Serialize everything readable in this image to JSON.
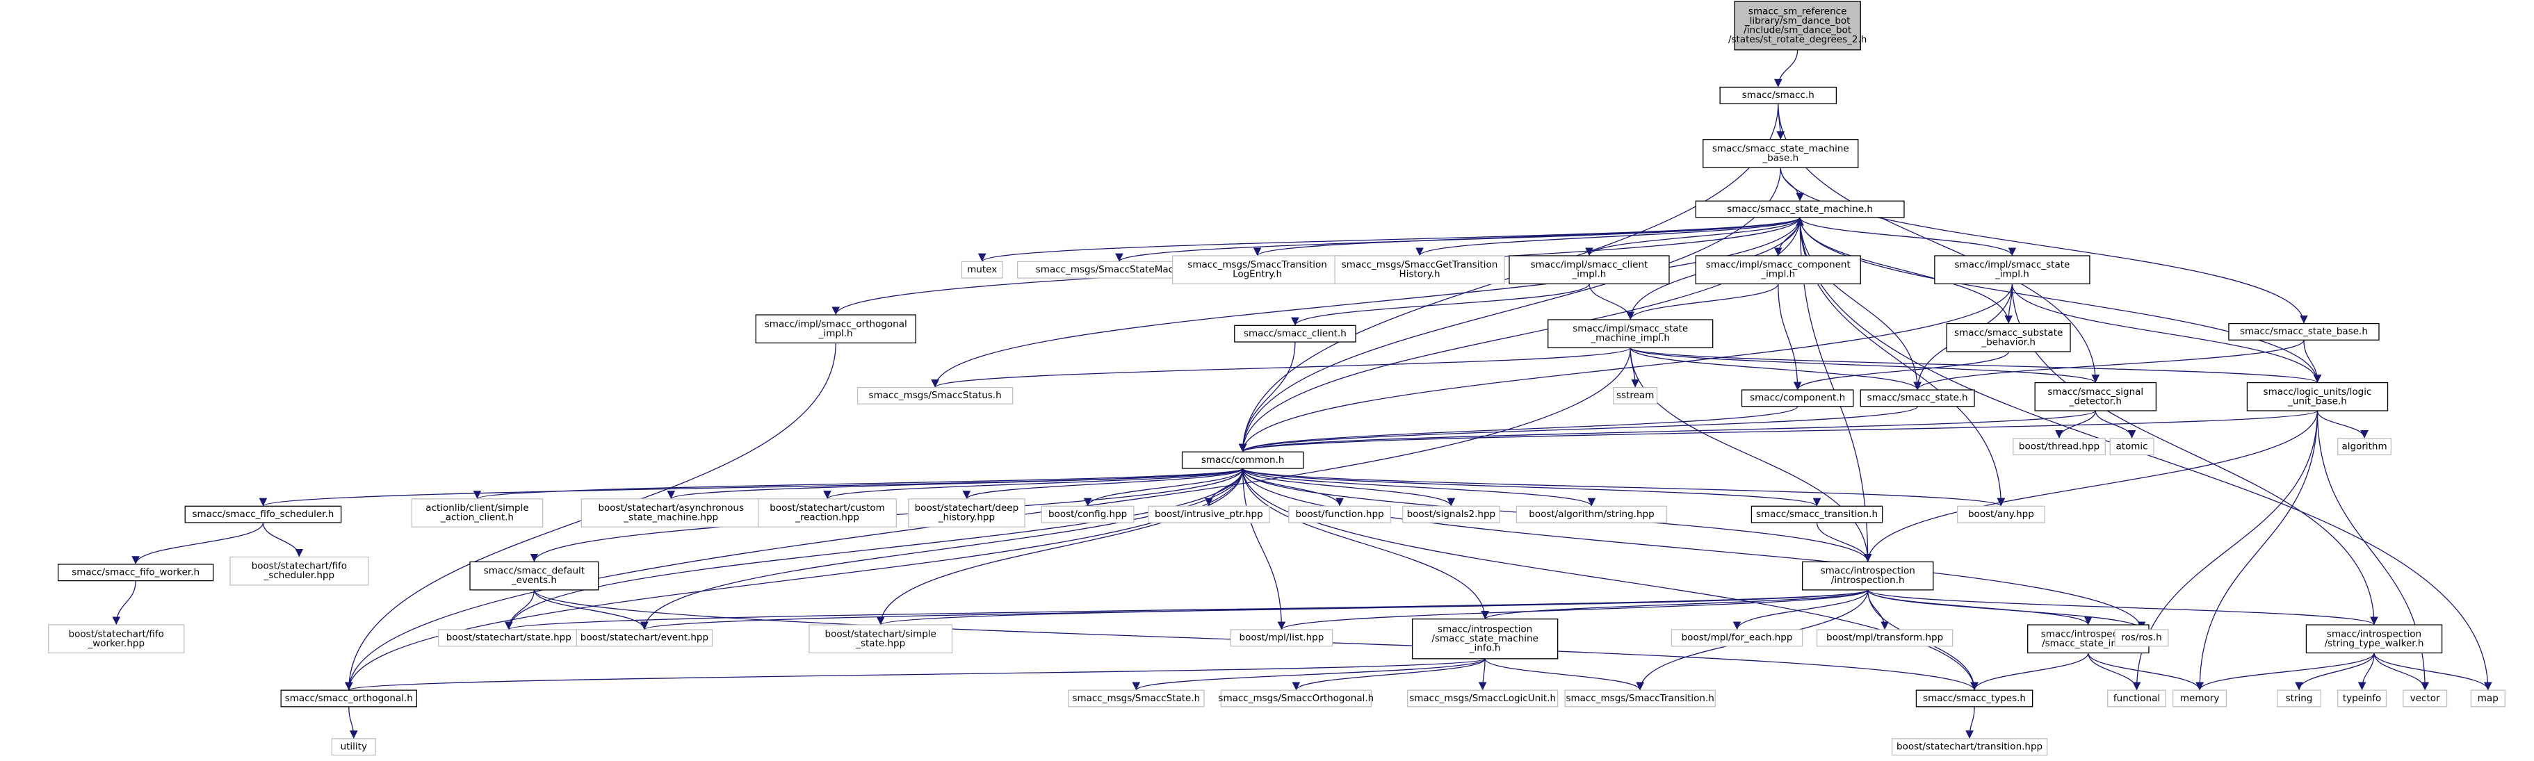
{
  "diagram": {
    "type": "include-dependency-graph",
    "colors": {
      "edge": "#191970",
      "header_fill": "#bfbfbf",
      "node_border": "#000000",
      "system_border": "#bfbfbf"
    },
    "nodes": [
      {
        "id": "root",
        "kind": "header",
        "lines": [
          "smacc_sm_reference",
          "_library/sm_dance_bot",
          "/include/sm_dance_bot",
          "/states/st_rotate_degrees_2.h"
        ]
      },
      {
        "id": "smacc_h",
        "kind": "normal",
        "lines": [
          "smacc/smacc.h"
        ]
      },
      {
        "id": "sm_base",
        "kind": "normal",
        "lines": [
          "smacc/smacc_state_machine",
          "_base.h"
        ]
      },
      {
        "id": "sm",
        "kind": "normal",
        "lines": [
          "smacc/smacc_state_machine.h"
        ]
      },
      {
        "id": "mutex",
        "kind": "system",
        "lines": [
          "mutex"
        ]
      },
      {
        "id": "msg_smstate",
        "kind": "system",
        "lines": [
          "smacc_msgs/SmaccStateMachine.h"
        ]
      },
      {
        "id": "msg_translog",
        "kind": "system",
        "lines": [
          "smacc_msgs/SmaccTransition",
          "LogEntry.h"
        ]
      },
      {
        "id": "msg_gettrans",
        "kind": "system",
        "lines": [
          "smacc_msgs/SmaccGetTransition",
          "History.h"
        ]
      },
      {
        "id": "client_impl",
        "kind": "normal",
        "lines": [
          "smacc/impl/smacc_client",
          "_impl.h"
        ]
      },
      {
        "id": "comp_impl",
        "kind": "normal",
        "lines": [
          "smacc/impl/smacc_component",
          "_impl.h"
        ]
      },
      {
        "id": "state_impl",
        "kind": "normal",
        "lines": [
          "smacc/impl/smacc_state",
          "_impl.h"
        ]
      },
      {
        "id": "orth_impl",
        "kind": "normal",
        "lines": [
          "smacc/impl/smacc_orthogonal",
          "_impl.h"
        ]
      },
      {
        "id": "client_h",
        "kind": "normal",
        "lines": [
          "smacc/smacc_client.h"
        ]
      },
      {
        "id": "sm_impl",
        "kind": "normal",
        "lines": [
          "smacc/impl/smacc_state",
          "_machine_impl.h"
        ]
      },
      {
        "id": "substate",
        "kind": "normal",
        "lines": [
          "smacc/smacc_substate",
          "_behavior.h"
        ]
      },
      {
        "id": "state_base",
        "kind": "normal",
        "lines": [
          "smacc/smacc_state_base.h"
        ]
      },
      {
        "id": "msg_status",
        "kind": "system",
        "lines": [
          "smacc_msgs/SmaccStatus.h"
        ]
      },
      {
        "id": "sstream",
        "kind": "system",
        "lines": [
          "sstream"
        ]
      },
      {
        "id": "component_h",
        "kind": "normal",
        "lines": [
          "smacc/component.h"
        ]
      },
      {
        "id": "state_h",
        "kind": "normal",
        "lines": [
          "smacc/smacc_state.h"
        ]
      },
      {
        "id": "signal_det",
        "kind": "normal",
        "lines": [
          "smacc/smacc_signal",
          "_detector.h"
        ]
      },
      {
        "id": "logic_base",
        "kind": "normal",
        "lines": [
          "smacc/logic_units/logic",
          "_unit_base.h"
        ]
      },
      {
        "id": "thread",
        "kind": "system",
        "lines": [
          "boost/thread.hpp"
        ]
      },
      {
        "id": "atomic",
        "kind": "system",
        "lines": [
          "atomic"
        ]
      },
      {
        "id": "algorithm",
        "kind": "system",
        "lines": [
          "algorithm"
        ]
      },
      {
        "id": "common",
        "kind": "normal",
        "lines": [
          "smacc/common.h"
        ]
      },
      {
        "id": "fifo_sched",
        "kind": "normal",
        "lines": [
          "smacc/smacc_fifo_scheduler.h"
        ]
      },
      {
        "id": "actionlib",
        "kind": "system",
        "lines": [
          "actionlib/client/simple",
          "_action_client.h"
        ]
      },
      {
        "id": "sc_async",
        "kind": "system",
        "lines": [
          "boost/statechart/asynchronous",
          "_state_machine.hpp"
        ]
      },
      {
        "id": "sc_custom",
        "kind": "system",
        "lines": [
          "boost/statechart/custom",
          "_reaction.hpp"
        ]
      },
      {
        "id": "sc_deep",
        "kind": "system",
        "lines": [
          "boost/statechart/deep",
          "_history.hpp"
        ]
      },
      {
        "id": "config",
        "kind": "system",
        "lines": [
          "boost/config.hpp"
        ]
      },
      {
        "id": "intrusive",
        "kind": "system",
        "lines": [
          "boost/intrusive_ptr.hpp"
        ]
      },
      {
        "id": "function",
        "kind": "system",
        "lines": [
          "boost/function.hpp"
        ]
      },
      {
        "id": "signals2",
        "kind": "system",
        "lines": [
          "boost/signals2.hpp"
        ]
      },
      {
        "id": "algo_str",
        "kind": "system",
        "lines": [
          "boost/algorithm/string.hpp"
        ]
      },
      {
        "id": "transition_h",
        "kind": "normal",
        "lines": [
          "smacc/smacc_transition.h"
        ]
      },
      {
        "id": "any",
        "kind": "system",
        "lines": [
          "boost/any.hpp"
        ]
      },
      {
        "id": "fifo_worker",
        "kind": "normal",
        "lines": [
          "smacc/smacc_fifo_worker.h"
        ]
      },
      {
        "id": "sc_fifo_sched",
        "kind": "system",
        "lines": [
          "boost/statechart/fifo",
          "_scheduler.hpp"
        ]
      },
      {
        "id": "default_events",
        "kind": "normal",
        "lines": [
          "smacc/smacc_default",
          "_events.h"
        ]
      },
      {
        "id": "introspection",
        "kind": "normal",
        "lines": [
          "smacc/introspection",
          "/introspection.h"
        ]
      },
      {
        "id": "sc_fifo_worker",
        "kind": "system",
        "lines": [
          "boost/statechart/fifo",
          "_worker.hpp"
        ]
      },
      {
        "id": "sc_state",
        "kind": "system",
        "lines": [
          "boost/statechart/state.hpp"
        ]
      },
      {
        "id": "sc_event",
        "kind": "system",
        "lines": [
          "boost/statechart/event.hpp"
        ]
      },
      {
        "id": "sc_simple",
        "kind": "system",
        "lines": [
          "boost/statechart/simple",
          "_state.hpp"
        ]
      },
      {
        "id": "mpl_list",
        "kind": "system",
        "lines": [
          "boost/mpl/list.hpp"
        ]
      },
      {
        "id": "sm_info",
        "kind": "normal",
        "lines": [
          "smacc/introspection",
          "/smacc_state_machine",
          "_info.h"
        ]
      },
      {
        "id": "mpl_foreach",
        "kind": "system",
        "lines": [
          "boost/mpl/for_each.hpp"
        ]
      },
      {
        "id": "mpl_transform",
        "kind": "system",
        "lines": [
          "boost/mpl/transform.hpp"
        ]
      },
      {
        "id": "state_info",
        "kind": "normal",
        "lines": [
          "smacc/introspection",
          "/smacc_state_info.h"
        ]
      },
      {
        "id": "rosh",
        "kind": "system",
        "lines": [
          "ros/ros.h"
        ]
      },
      {
        "id": "str_walker",
        "kind": "normal",
        "lines": [
          "smacc/introspection",
          "/string_type_walker.h"
        ]
      },
      {
        "id": "orthogonal_h",
        "kind": "normal",
        "lines": [
          "smacc/smacc_orthogonal.h"
        ]
      },
      {
        "id": "msg_state",
        "kind": "system",
        "lines": [
          "smacc_msgs/SmaccState.h"
        ]
      },
      {
        "id": "msg_orth",
        "kind": "system",
        "lines": [
          "smacc_msgs/SmaccOrthogonal.h"
        ]
      },
      {
        "id": "msg_logic",
        "kind": "system",
        "lines": [
          "smacc_msgs/SmaccLogicUnit.h"
        ]
      },
      {
        "id": "msg_trans",
        "kind": "system",
        "lines": [
          "smacc_msgs/SmaccTransition.h"
        ]
      },
      {
        "id": "types_h",
        "kind": "normal",
        "lines": [
          "smacc/smacc_types.h"
        ]
      },
      {
        "id": "functional",
        "kind": "system",
        "lines": [
          "functional"
        ]
      },
      {
        "id": "memory",
        "kind": "system",
        "lines": [
          "memory"
        ]
      },
      {
        "id": "string",
        "kind": "system",
        "lines": [
          "string"
        ]
      },
      {
        "id": "typeinfo",
        "kind": "system",
        "lines": [
          "typeinfo"
        ]
      },
      {
        "id": "vector",
        "kind": "system",
        "lines": [
          "vector"
        ]
      },
      {
        "id": "map",
        "kind": "system",
        "lines": [
          "map"
        ]
      },
      {
        "id": "utility",
        "kind": "system",
        "lines": [
          "utility"
        ]
      },
      {
        "id": "sc_transition",
        "kind": "system",
        "lines": [
          "boost/statechart/transition.hpp"
        ]
      }
    ],
    "edges": [
      [
        "root",
        "smacc_h"
      ],
      [
        "smacc_h",
        "sm_base"
      ],
      [
        "smacc_h",
        "common"
      ],
      [
        "smacc_h",
        "signal_det"
      ],
      [
        "sm_base",
        "sm"
      ],
      [
        "sm_base",
        "common"
      ],
      [
        "sm_base",
        "state_base"
      ],
      [
        "sm",
        "mutex"
      ],
      [
        "sm",
        "msg_smstate"
      ],
      [
        "sm",
        "msg_translog"
      ],
      [
        "sm",
        "msg_gettrans"
      ],
      [
        "sm",
        "client_impl"
      ],
      [
        "sm",
        "comp_impl"
      ],
      [
        "sm",
        "state_impl"
      ],
      [
        "sm",
        "orth_impl"
      ],
      [
        "sm",
        "msg_status"
      ],
      [
        "sm",
        "state_h"
      ],
      [
        "sm",
        "logic_base"
      ],
      [
        "sm",
        "any"
      ],
      [
        "sm",
        "map"
      ],
      [
        "sm",
        "introspection"
      ],
      [
        "sm",
        "common"
      ],
      [
        "client_impl",
        "client_h"
      ],
      [
        "client_impl",
        "sm_impl"
      ],
      [
        "comp_impl",
        "sm_impl"
      ],
      [
        "comp_impl",
        "component_h"
      ],
      [
        "state_impl",
        "substate"
      ],
      [
        "state_impl",
        "state_h"
      ],
      [
        "state_impl",
        "logic_base"
      ],
      [
        "state_impl",
        "str_walker"
      ],
      [
        "state_impl",
        "common"
      ],
      [
        "substate",
        "component_h"
      ],
      [
        "substate",
        "sm"
      ],
      [
        "orth_impl",
        "orthogonal_h"
      ],
      [
        "client_h",
        "common"
      ],
      [
        "sm_impl",
        "sm"
      ],
      [
        "sm_impl",
        "msg_status"
      ],
      [
        "sm_impl",
        "sstream"
      ],
      [
        "sm_impl",
        "state_h"
      ],
      [
        "sm_impl",
        "signal_det"
      ],
      [
        "sm_impl",
        "logic_base"
      ],
      [
        "sm_impl",
        "orthogonal_h"
      ],
      [
        "sm_impl",
        "introspection"
      ],
      [
        "state_base",
        "state_h"
      ],
      [
        "state_base",
        "logic_base"
      ],
      [
        "component_h",
        "common"
      ],
      [
        "state_h",
        "common"
      ],
      [
        "signal_det",
        "common"
      ],
      [
        "signal_det",
        "thread"
      ],
      [
        "signal_det",
        "atomic"
      ],
      [
        "logic_base",
        "common"
      ],
      [
        "logic_base",
        "algorithm"
      ],
      [
        "logic_base",
        "introspection"
      ],
      [
        "logic_base",
        "functional"
      ],
      [
        "logic_base",
        "memory"
      ],
      [
        "logic_base",
        "vector"
      ],
      [
        "common",
        "fifo_sched"
      ],
      [
        "common",
        "actionlib"
      ],
      [
        "common",
        "sc_async"
      ],
      [
        "common",
        "sc_custom"
      ],
      [
        "common",
        "sc_deep"
      ],
      [
        "common",
        "config"
      ],
      [
        "common",
        "intrusive"
      ],
      [
        "common",
        "function"
      ],
      [
        "common",
        "signals2"
      ],
      [
        "common",
        "algo_str"
      ],
      [
        "common",
        "transition_h"
      ],
      [
        "common",
        "any"
      ],
      [
        "common",
        "default_events"
      ],
      [
        "common",
        "introspection"
      ],
      [
        "common",
        "sc_state"
      ],
      [
        "common",
        "sc_event"
      ],
      [
        "common",
        "sc_simple"
      ],
      [
        "common",
        "mpl_list"
      ],
      [
        "common",
        "sm_info"
      ],
      [
        "common",
        "rosh"
      ],
      [
        "common",
        "types_h"
      ],
      [
        "common",
        "orthogonal_h"
      ],
      [
        "fifo_sched",
        "fifo_worker"
      ],
      [
        "fifo_sched",
        "sc_fifo_sched"
      ],
      [
        "fifo_worker",
        "sc_fifo_worker"
      ],
      [
        "default_events",
        "sc_state"
      ],
      [
        "default_events",
        "sc_event"
      ],
      [
        "default_events",
        "types_h"
      ],
      [
        "transition_h",
        "introspection"
      ],
      [
        "introspection",
        "sc_state"
      ],
      [
        "introspection",
        "sc_event"
      ],
      [
        "introspection",
        "sc_simple"
      ],
      [
        "introspection",
        "mpl_list"
      ],
      [
        "introspection",
        "sm_info"
      ],
      [
        "introspection",
        "mpl_foreach"
      ],
      [
        "introspection",
        "mpl_transform"
      ],
      [
        "introspection",
        "state_info"
      ],
      [
        "introspection",
        "rosh"
      ],
      [
        "introspection",
        "str_walker"
      ],
      [
        "introspection",
        "types_h"
      ],
      [
        "introspection",
        "msg_trans"
      ],
      [
        "sm_info",
        "orthogonal_h"
      ],
      [
        "sm_info",
        "msg_state"
      ],
      [
        "sm_info",
        "msg_orth"
      ],
      [
        "sm_info",
        "msg_logic"
      ],
      [
        "sm_info",
        "msg_trans"
      ],
      [
        "state_info",
        "types_h"
      ],
      [
        "state_info",
        "functional"
      ],
      [
        "state_info",
        "memory"
      ],
      [
        "str_walker",
        "memory"
      ],
      [
        "str_walker",
        "string"
      ],
      [
        "str_walker",
        "typeinfo"
      ],
      [
        "str_walker",
        "vector"
      ],
      [
        "str_walker",
        "map"
      ],
      [
        "orthogonal_h",
        "utility"
      ],
      [
        "types_h",
        "sc_transition"
      ]
    ]
  }
}
